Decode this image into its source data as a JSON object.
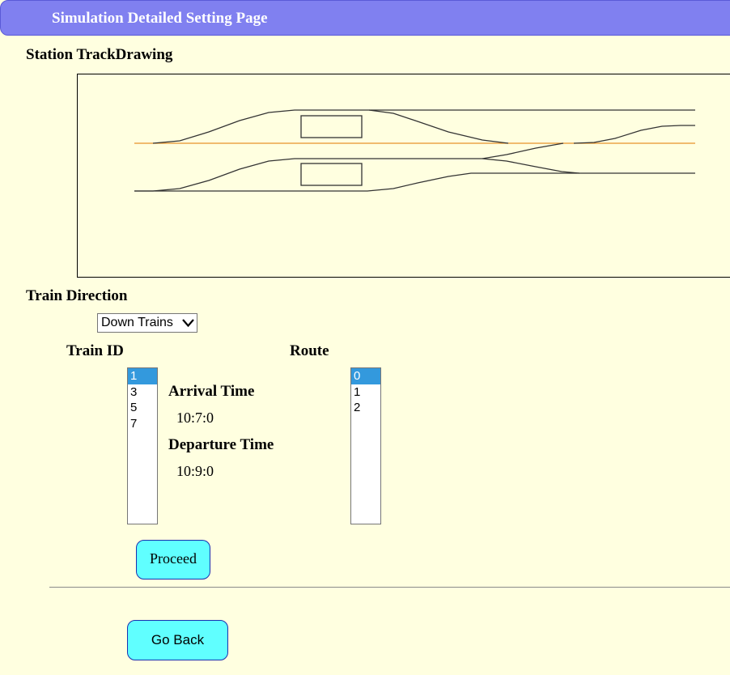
{
  "header": {
    "title": "Simulation Detailed Setting Page"
  },
  "track_section": {
    "label": "Station TrackDrawing"
  },
  "direction": {
    "label": "Train Direction",
    "selected": "Down Trains"
  },
  "train_id": {
    "label": "Train ID",
    "options": [
      "1",
      "3",
      "5",
      "7"
    ],
    "selected_index": 0
  },
  "route": {
    "label": "Route",
    "options": [
      "0",
      "1",
      "2"
    ],
    "selected_index": 0
  },
  "times": {
    "arrival_label": "Arrival Time",
    "arrival_value": "10:7:0",
    "departure_label": "Departure Time",
    "departure_value": "10:9:0"
  },
  "buttons": {
    "proceed": "Proceed",
    "go_back": "Go Back"
  },
  "colors": {
    "header": "#8080f0",
    "background": "#ffffe0",
    "button": "#60ffff",
    "highlight_track": "#e8922a",
    "selection": "#3399dd"
  }
}
